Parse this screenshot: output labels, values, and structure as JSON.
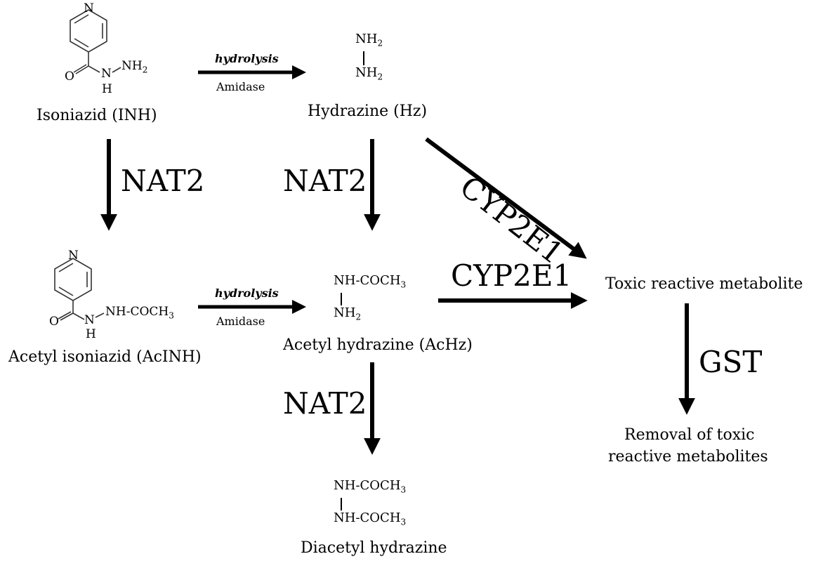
{
  "compounds": {
    "inh": {
      "label": "Isoniazid (INH)",
      "group": "H",
      "group2": "N",
      "substituent": "NH",
      "sub_index": "2"
    },
    "hz": {
      "label": "Hydrazine (Hz)",
      "top": "NH",
      "top_sub": "2",
      "bottom": "NH",
      "bottom_sub": "2"
    },
    "acinh": {
      "label": "Acetyl isoniazid (AcINH)",
      "group": "H",
      "group2": "N",
      "substituent": "NH-COCH",
      "sub_index": "3"
    },
    "achz": {
      "label": "Acetyl hydrazine (AcHz)",
      "top": "NH-COCH",
      "top_sub": "3",
      "bottom": "NH",
      "bottom_sub": "2"
    },
    "diachz": {
      "label": "Diacetyl hydrazine",
      "top": "NH-COCH",
      "top_sub": "3",
      "bottom": "NH-COCH",
      "bottom_sub": "3"
    },
    "toxic": {
      "label": "Toxic reactive metabolite"
    },
    "removal": {
      "label_line1": "Removal of toxic",
      "label_line2": "reactive metabolites"
    }
  },
  "ring_atoms": {
    "n": "N",
    "o": "O"
  },
  "reactions": {
    "hydrolysis_top": {
      "label": "hydrolysis",
      "enzyme": "Amidase"
    },
    "hydrolysis_bottom": {
      "label": "hydrolysis",
      "enzyme": "Amidase"
    },
    "nat2_inh": {
      "enzyme": "NAT2"
    },
    "nat2_hz": {
      "enzyme": "NAT2"
    },
    "nat2_achz": {
      "enzyme": "NAT2"
    },
    "cyp_hz": {
      "enzyme": "CYP2E1"
    },
    "cyp_achz": {
      "enzyme": "CYP2E1"
    },
    "gst": {
      "enzyme": "GST"
    }
  }
}
